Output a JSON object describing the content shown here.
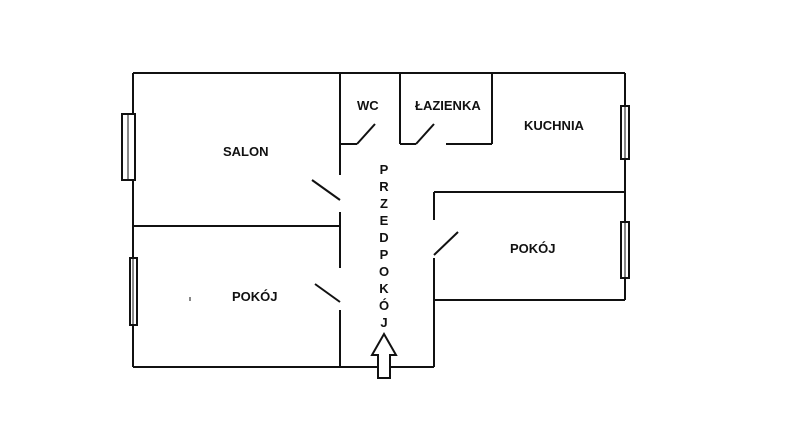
{
  "rooms": {
    "salon": "SALON",
    "wc": "WC",
    "lazienka": "ŁAZIENKA",
    "kuchnia": "KUCHNIA",
    "pokoj_left": "POKÓJ",
    "pokoj_right": "POKÓJ"
  },
  "hallway": {
    "label": "PRZEDPOKÓJ"
  },
  "entrance": {
    "icon": "up-arrow-icon"
  }
}
